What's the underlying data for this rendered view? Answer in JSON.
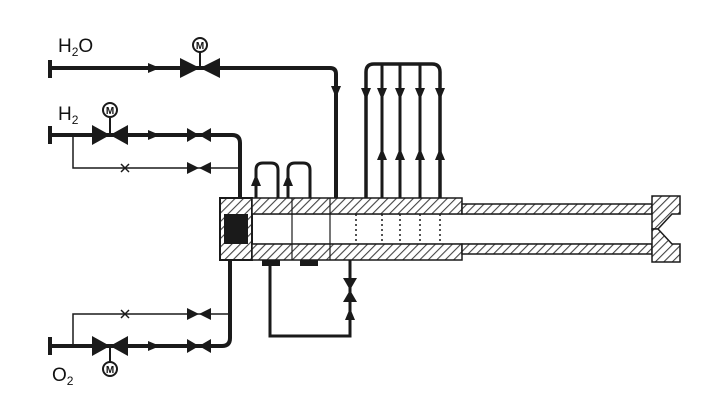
{
  "diagram": {
    "inlets": {
      "water": {
        "label_main": "H",
        "label_sub": "2",
        "label_tail": "O"
      },
      "hydrogen": {
        "label_main": "H",
        "label_sub": "2"
      },
      "oxygen": {
        "label_main": "O",
        "label_sub": "2"
      }
    },
    "motor_valve_symbol": "M",
    "colors": {
      "line": "#1a1a1a",
      "hatch": "#444444",
      "background": "#ffffff",
      "chamber_fill": "#f2f2f2"
    }
  }
}
